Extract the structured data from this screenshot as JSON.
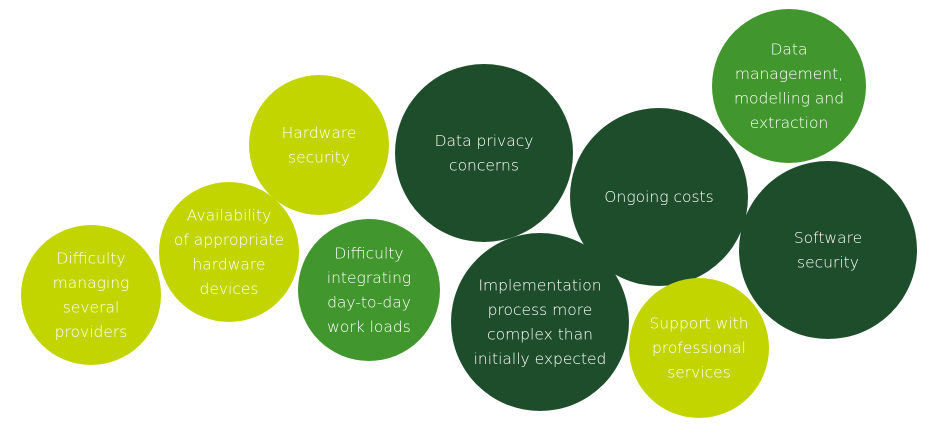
{
  "colors": {
    "lime": "#C2D500",
    "medium_green": "#42962E",
    "dark_green": "#1E4D2B",
    "text": "#FFFFFF",
    "background": "#FFFFFF"
  },
  "bubbles": [
    {
      "id": "difficulty-managing-providers",
      "tone": "lime",
      "lines": [
        "Difficulty",
        "managing",
        "several",
        "providers"
      ]
    },
    {
      "id": "availability-hardware",
      "tone": "lime",
      "lines": [
        "Availability",
        "of appropriate",
        "hardware",
        "devices"
      ]
    },
    {
      "id": "hardware-security",
      "tone": "lime",
      "lines": [
        "Hardware",
        "security"
      ]
    },
    {
      "id": "difficulty-integrating",
      "tone": "medium_green",
      "lines": [
        "Difficulty",
        "integrating",
        "day-to-day",
        "work loads"
      ]
    },
    {
      "id": "data-privacy",
      "tone": "dark_green",
      "lines": [
        "Data privacy",
        "concerns"
      ]
    },
    {
      "id": "implementation-complex",
      "tone": "dark_green",
      "lines": [
        "Implementation",
        "process more",
        "complex than",
        "initially expected"
      ]
    },
    {
      "id": "ongoing-costs",
      "tone": "dark_green",
      "lines": [
        "Ongoing costs"
      ]
    },
    {
      "id": "support-services",
      "tone": "lime",
      "lines": [
        "Support with",
        "professional",
        "services"
      ]
    },
    {
      "id": "data-management",
      "tone": "medium_green",
      "lines": [
        "Data",
        "management,",
        "modelling and",
        "extraction"
      ]
    },
    {
      "id": "software-security",
      "tone": "dark_green",
      "lines": [
        "Software",
        "security"
      ]
    }
  ]
}
